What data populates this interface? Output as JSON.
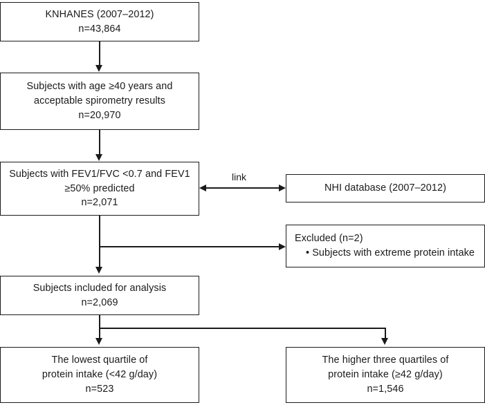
{
  "diagram": {
    "type": "study-flow-chart",
    "nodes": [
      {
        "id": "source",
        "lines": [
          "KNHANES (2007–2012)",
          "n=43,864"
        ]
      },
      {
        "id": "eligible",
        "lines": [
          "Subjects with age ≥40 years and",
          "acceptable spirometry results",
          "n=20,970"
        ]
      },
      {
        "id": "copd",
        "lines": [
          "Subjects with FEV1/FVC <0.7 and FEV1",
          "≥50% predicted",
          "n=2,071"
        ]
      },
      {
        "id": "nhi",
        "lines": [
          "NHI database (2007–2012)"
        ]
      },
      {
        "id": "excluded",
        "lines": [
          "Excluded (n=2)",
          "• Subjects with extreme protein intake"
        ]
      },
      {
        "id": "included",
        "lines": [
          "Subjects included for analysis",
          "n=2,069"
        ]
      },
      {
        "id": "lowest-quartile",
        "lines": [
          "The lowest quartile of",
          "protein intake (<42 g/day)",
          "n=523"
        ]
      },
      {
        "id": "higher-quartiles",
        "lines": [
          "The higher three quartiles of",
          "protein intake (≥42 g/day)",
          "n=1,546"
        ]
      }
    ],
    "edges": {
      "link_label": "link"
    },
    "colors": {
      "stroke": "#1a1a1a",
      "fill": "#ffffff",
      "text": "#1a1a1a"
    }
  }
}
